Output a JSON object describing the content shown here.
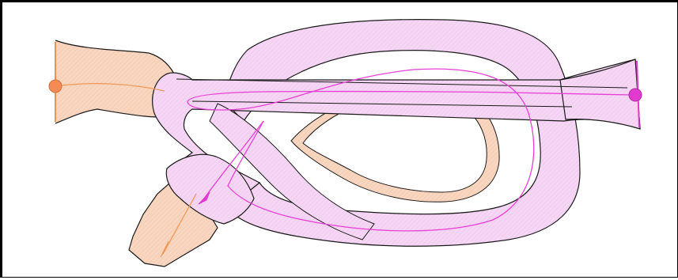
{
  "diagram": {
    "subject": "knot",
    "colors": {
      "orange_strand_fill": "#f7d3bd",
      "orange_strand_edge": "#e8a87a",
      "orange_centerline": "#f29a5a",
      "orange_endpoint": "#f58a55",
      "pink_strand_fill": "#f4d4f3",
      "pink_centerline": "#e83fd6",
      "pink_endpoint": "#e03ad0",
      "outline": "#1a1a1a",
      "frame": "#000000"
    },
    "markers": {
      "start_point": "orange-dot",
      "end_point": "magenta-dot",
      "direction_arrows": [
        "magenta-arrowhead",
        "orange-arrowhead"
      ]
    }
  }
}
